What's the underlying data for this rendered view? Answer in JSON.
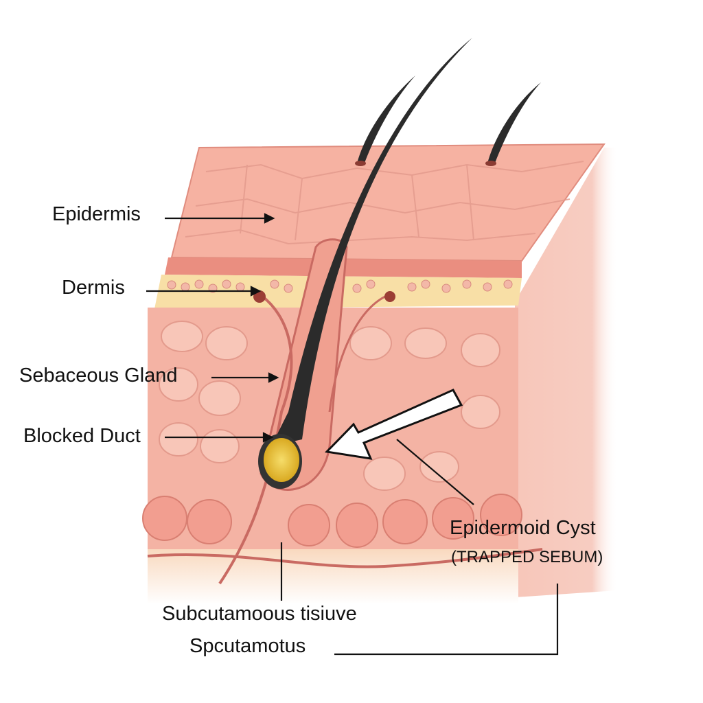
{
  "labels": {
    "epidermis": "Epidermis",
    "dermis": "Dermis",
    "sebaceous_gland": "Sebaceous Gland",
    "blocked_duct": "Blocked Duct",
    "epidermoid_cyst": "Epidermoid Cyst",
    "trapped_sebum": "(TRAPPED SEBUM)",
    "subcutaneous": "Subcutamoous tisiuve",
    "spcutamotus": "Spcutamotus"
  },
  "colors": {
    "skin": "#f4b3a4",
    "skin_dark": "#d9776a",
    "fat": "#f7dca0",
    "hair": "#2b2b2b",
    "sebum": "#e8c53a"
  }
}
